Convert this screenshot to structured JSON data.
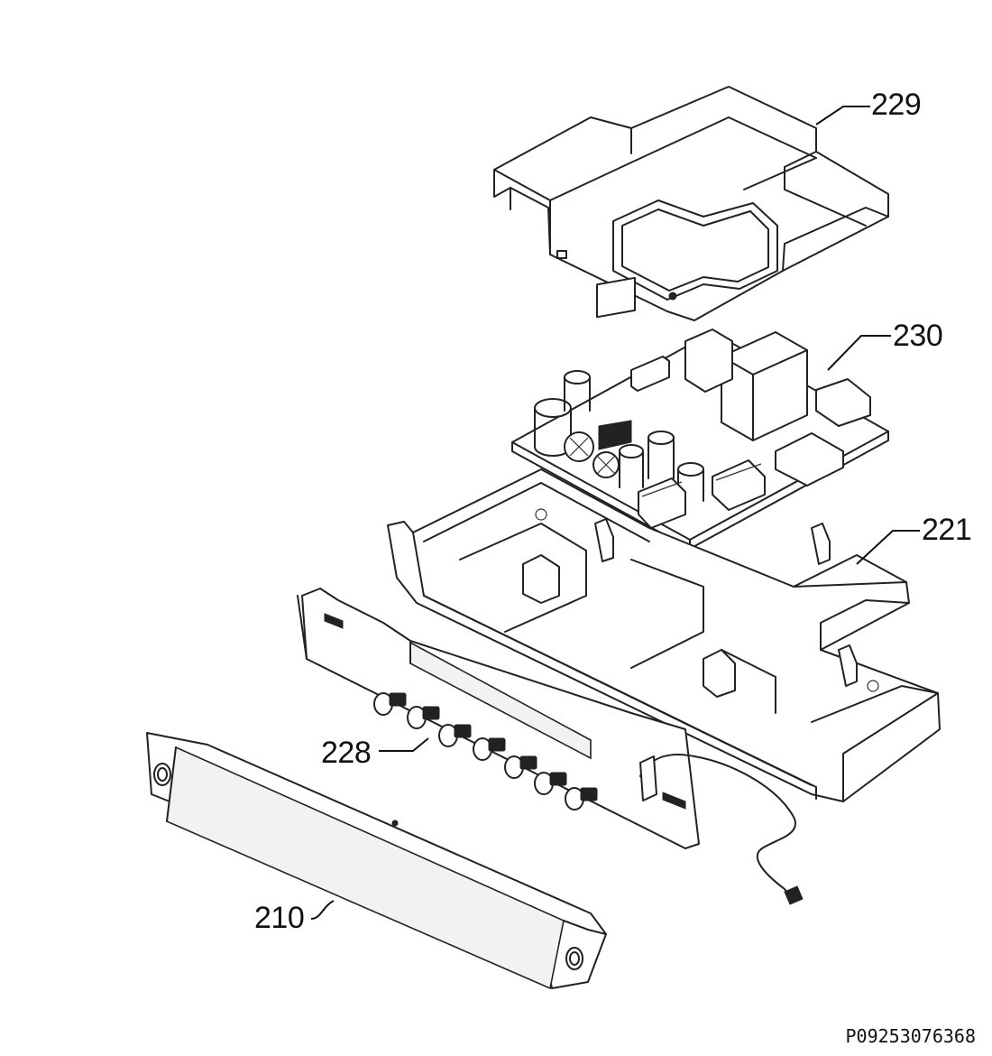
{
  "parts": [
    {
      "id": "part-229",
      "label": "229"
    },
    {
      "id": "part-230",
      "label": "230"
    },
    {
      "id": "part-221",
      "label": "221"
    },
    {
      "id": "part-228",
      "label": "228"
    },
    {
      "id": "part-210",
      "label": "210"
    }
  ],
  "document_number": "P09253076368"
}
